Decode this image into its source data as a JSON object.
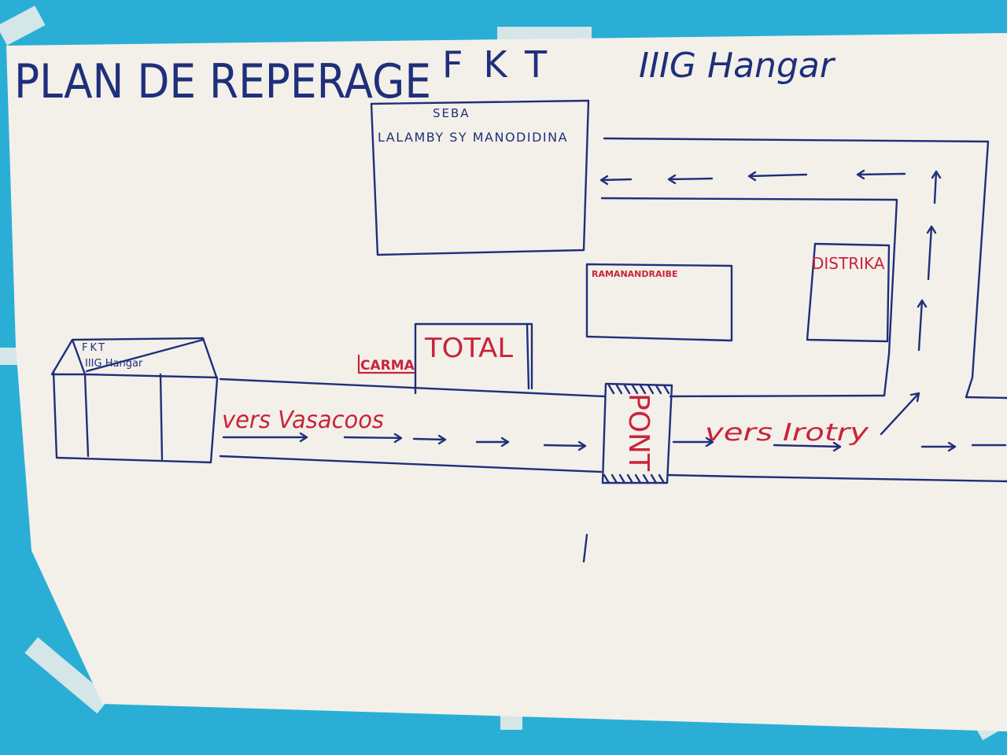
{
  "title": {
    "main": "PLAN DE REPERAGE",
    "sub": "FKT",
    "hangar": "IIIG Hangar"
  },
  "labels": {
    "seba_1": "SEBA",
    "seba_2": "LALAMBY SY MANODIDINA",
    "ramanandraibe": "RAMANANDRAIBE",
    "distrika": "DISTRIKA",
    "total": "TOTAL",
    "carma": "CARMA",
    "fkt_building_1": "FKT",
    "fkt_building_2": "IIIG Hangar",
    "pont": "PONT",
    "vers_vasacoos": "vers Vasacoos",
    "vers_irotry": "vers Irotry"
  },
  "colors": {
    "wall": "#2aaed6",
    "paper": "#f3f0ea",
    "ink_blue": "#1f2f7a",
    "ink_red": "#c8243a"
  }
}
